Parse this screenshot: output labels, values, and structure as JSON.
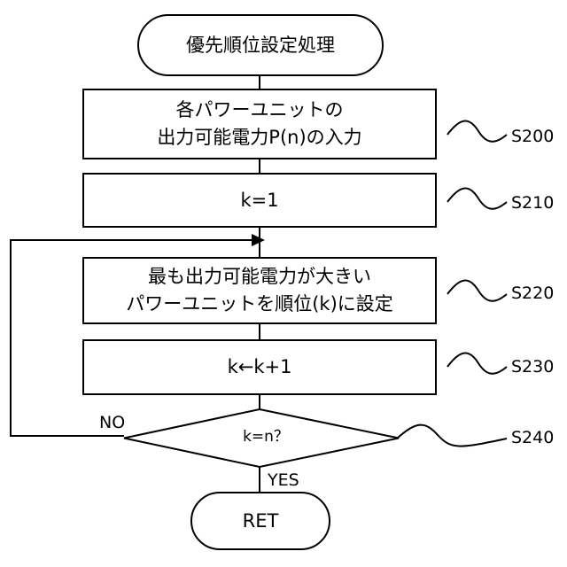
{
  "start": "優先順位設定処理",
  "steps": [
    {
      "id": "S200",
      "line1": "各パワーユニットの",
      "line2": "出力可能電力P(n)の入力"
    },
    {
      "id": "S210",
      "line1": "k=1"
    },
    {
      "id": "S220",
      "line1": "最も出力可能電力が大きい",
      "line2": "パワーユニットを順位(k)に設定"
    },
    {
      "id": "S230",
      "line1": "k←k+1"
    }
  ],
  "decision": {
    "id": "S240",
    "text": "k=n？",
    "yes_label": "YES",
    "no_label": "NO"
  },
  "end": "RET"
}
